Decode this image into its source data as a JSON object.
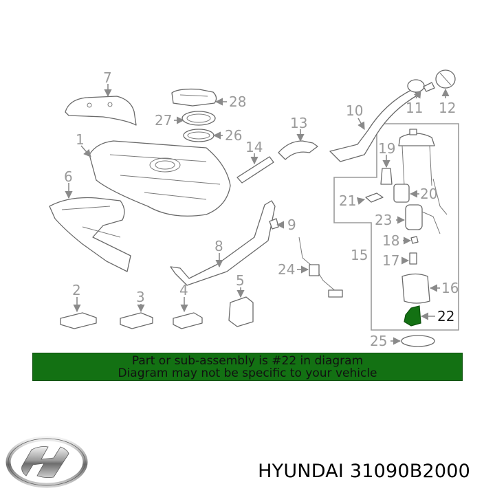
{
  "diagram": {
    "callouts": {
      "c1": "1",
      "c2": "2",
      "c3": "3",
      "c4": "4",
      "c5": "5",
      "c6": "6",
      "c7": "7",
      "c8": "8",
      "c9": "9",
      "c10": "10",
      "c11": "11",
      "c12": "12",
      "c13": "13",
      "c14": "14",
      "c15": "15",
      "c16": "16",
      "c17": "17",
      "c18": "18",
      "c19": "19",
      "c20": "20",
      "c21": "21",
      "c22": "22",
      "c23": "23",
      "c24": "24",
      "c25": "25",
      "c26": "26",
      "c27": "27",
      "c28": "28"
    },
    "highlighted_part": "22",
    "highlight_color": "#137113",
    "line_color": "#6a6a6a"
  },
  "note": {
    "line1": "Part or sub-assembly is #22 in diagram",
    "line2": "Diagram may not be specific to your vehicle",
    "background": "#137113"
  },
  "brand": {
    "logo_icon": "hyundai-logo",
    "caption": "HYUNDAI 31090B2000"
  }
}
